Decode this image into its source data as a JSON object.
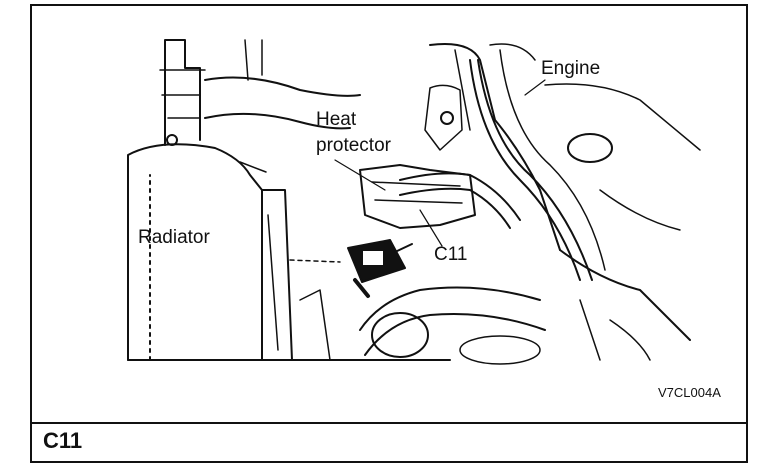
{
  "labels": {
    "engine": "Engine",
    "heat_protector_line1": "Heat",
    "heat_protector_line2": "protector",
    "radiator": "Radiator",
    "connector": "C11"
  },
  "figure_code": "V7CL004A",
  "caption": "C11",
  "colors": {
    "ink": "#111111",
    "paper": "#ffffff"
  }
}
